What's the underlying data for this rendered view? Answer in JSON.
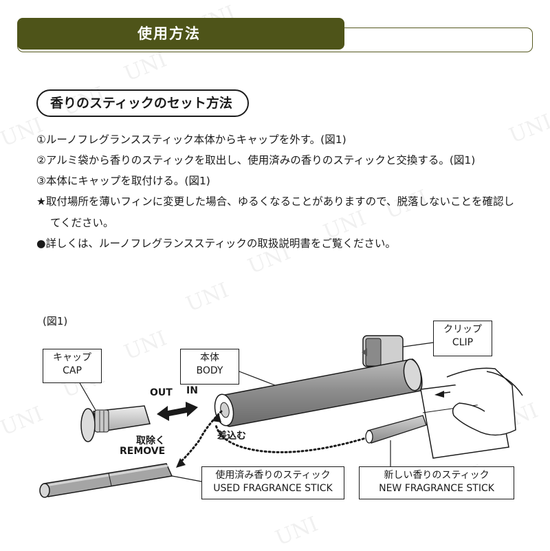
{
  "header": {
    "title": "使用方法"
  },
  "section": {
    "title": "香りのスティックのセット方法"
  },
  "steps": [
    "①ルーノフレグランススティック本体からキャップを外す。(図1)",
    "②アルミ袋から香りのスティックを取出し、使用済みの香りのスティックと交換する。(図1)",
    "③本体にキャップを取付ける。(図1)",
    "★取付場所を薄いフィンに変更した場合、ゆるくなることがありますので、脱落しないことを確認してください。",
    "●詳しくは、ルーノフレグランススティックの取扱説明書をご覧ください。"
  ],
  "figure": {
    "label": "(図1)",
    "clip": {
      "ja": "クリップ",
      "en": "CLIP"
    },
    "cap": {
      "ja": "キャップ",
      "en": "CAP"
    },
    "body": {
      "ja": "本体",
      "en": "BODY"
    },
    "out": "OUT",
    "in": "IN",
    "insert": "差込む",
    "remove": {
      "ja": "取除く",
      "en": "REMOVE"
    },
    "used_stick": {
      "ja": "使用済み香りのスティック",
      "en": "USED FRAGRANCE STICK"
    },
    "new_stick": {
      "ja": "新しい香りのスティック",
      "en": "NEW FRAGRANCE STICK"
    }
  },
  "watermark": "UNI"
}
